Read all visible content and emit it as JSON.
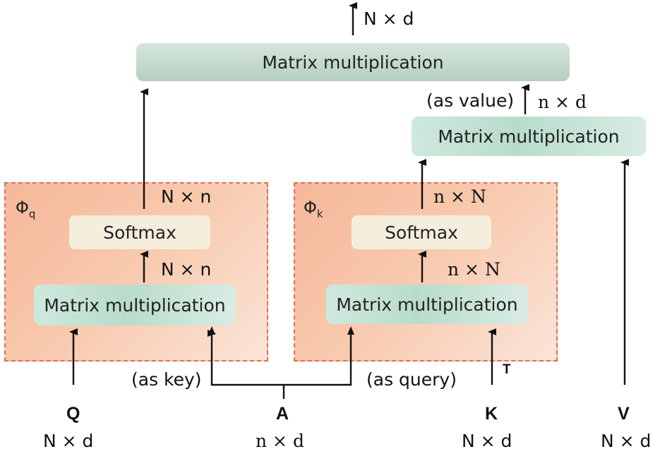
{
  "phi_q": {
    "symbol": "Φ",
    "sub": "q"
  },
  "phi_k": {
    "symbol": "Φ",
    "sub": "k"
  },
  "nodes": {
    "top_mm": "Matrix multiplication",
    "right_mm": "Matrix multiplication",
    "left_mm": "Matrix multiplication",
    "left_softmax": "Softmax",
    "mid_mm": "Matrix multiplication",
    "mid_softmax": "Softmax"
  },
  "labels": {
    "out_top": "N × d",
    "as_value": "(as value)",
    "value_dim": "n × d",
    "left_softmax_out": "N × n",
    "left_mm_out": "N × n",
    "mid_softmax_out": "n × N",
    "mid_mm_out": "n × N",
    "as_key": "(as key)",
    "as_query": "(as query)",
    "transpose": "T"
  },
  "inputs": [
    {
      "name": "Q",
      "dim": "N × d"
    },
    {
      "name": "A",
      "dim": "n × d"
    },
    {
      "name": "K",
      "dim": "N × d"
    },
    {
      "name": "V",
      "dim": "N × d"
    }
  ]
}
